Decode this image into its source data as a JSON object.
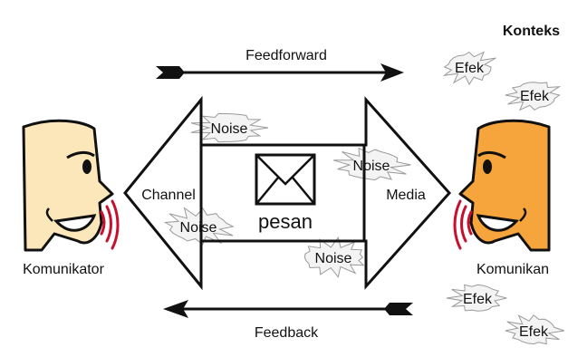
{
  "konteks": "Konteks",
  "feedforward": "Feedforward",
  "feedback": "Feedback",
  "channel": "Channel",
  "media": "Media",
  "pesan": "pesan",
  "komunikator": "Komunikator",
  "komunikan": "Komunikan",
  "noise_labels": [
    "Noise",
    "Noise",
    "Noise",
    "Noise"
  ],
  "efek_labels": [
    "Efek",
    "Efek",
    "Efek",
    "Efek"
  ],
  "colors": {
    "komunikator_face": "#fbe7b9",
    "komunikan_face": "#f6a43c",
    "mouth_red": "#c8102e",
    "line": "#111111",
    "splat_fill": "#f4f4f4",
    "splat_stroke": "#9a9a9a"
  }
}
